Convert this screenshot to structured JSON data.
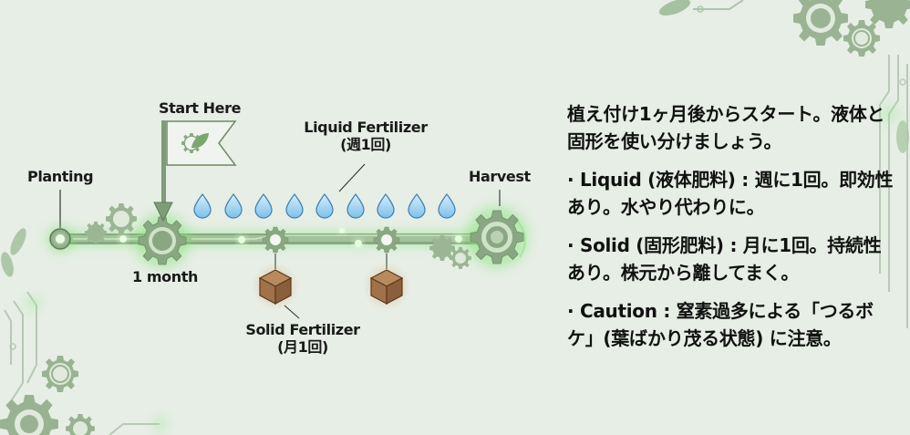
{
  "timeline": {
    "milestones": [
      {
        "id": "planting",
        "label": "Planting"
      },
      {
        "id": "start",
        "label": "Start Here"
      },
      {
        "id": "one_month",
        "label": "1 month"
      },
      {
        "id": "harvest",
        "label": "Harvest"
      }
    ],
    "liquid": {
      "label": "Liquid Fertilizer",
      "frequency": "(週1回)",
      "drop_count": 9
    },
    "solid": {
      "label": "Solid Fertilizer",
      "frequency": "(月1回)",
      "box_count": 2
    }
  },
  "panel": {
    "intro": "植え付け1ヶ月後からスタート。液体と固形を使い分けましょう。",
    "bullets": [
      {
        "text": "· Liquid (液体肥料) : 週に1回。即効性あり。水やり代わりに。"
      },
      {
        "text": "· Solid (固形肥料) : 月に1回。持続性あり。株元から離してまく。"
      },
      {
        "text": "· Caution : 窒素過多による「つるボケ」(葉ばかり茂る状態) に注意。"
      }
    ]
  },
  "colors": {
    "background": "#e6eee5",
    "gear": "#8fae88",
    "glow": "#7de36f",
    "drop": "#6fb6e6",
    "box": "#a0724a",
    "text": "#141414"
  }
}
